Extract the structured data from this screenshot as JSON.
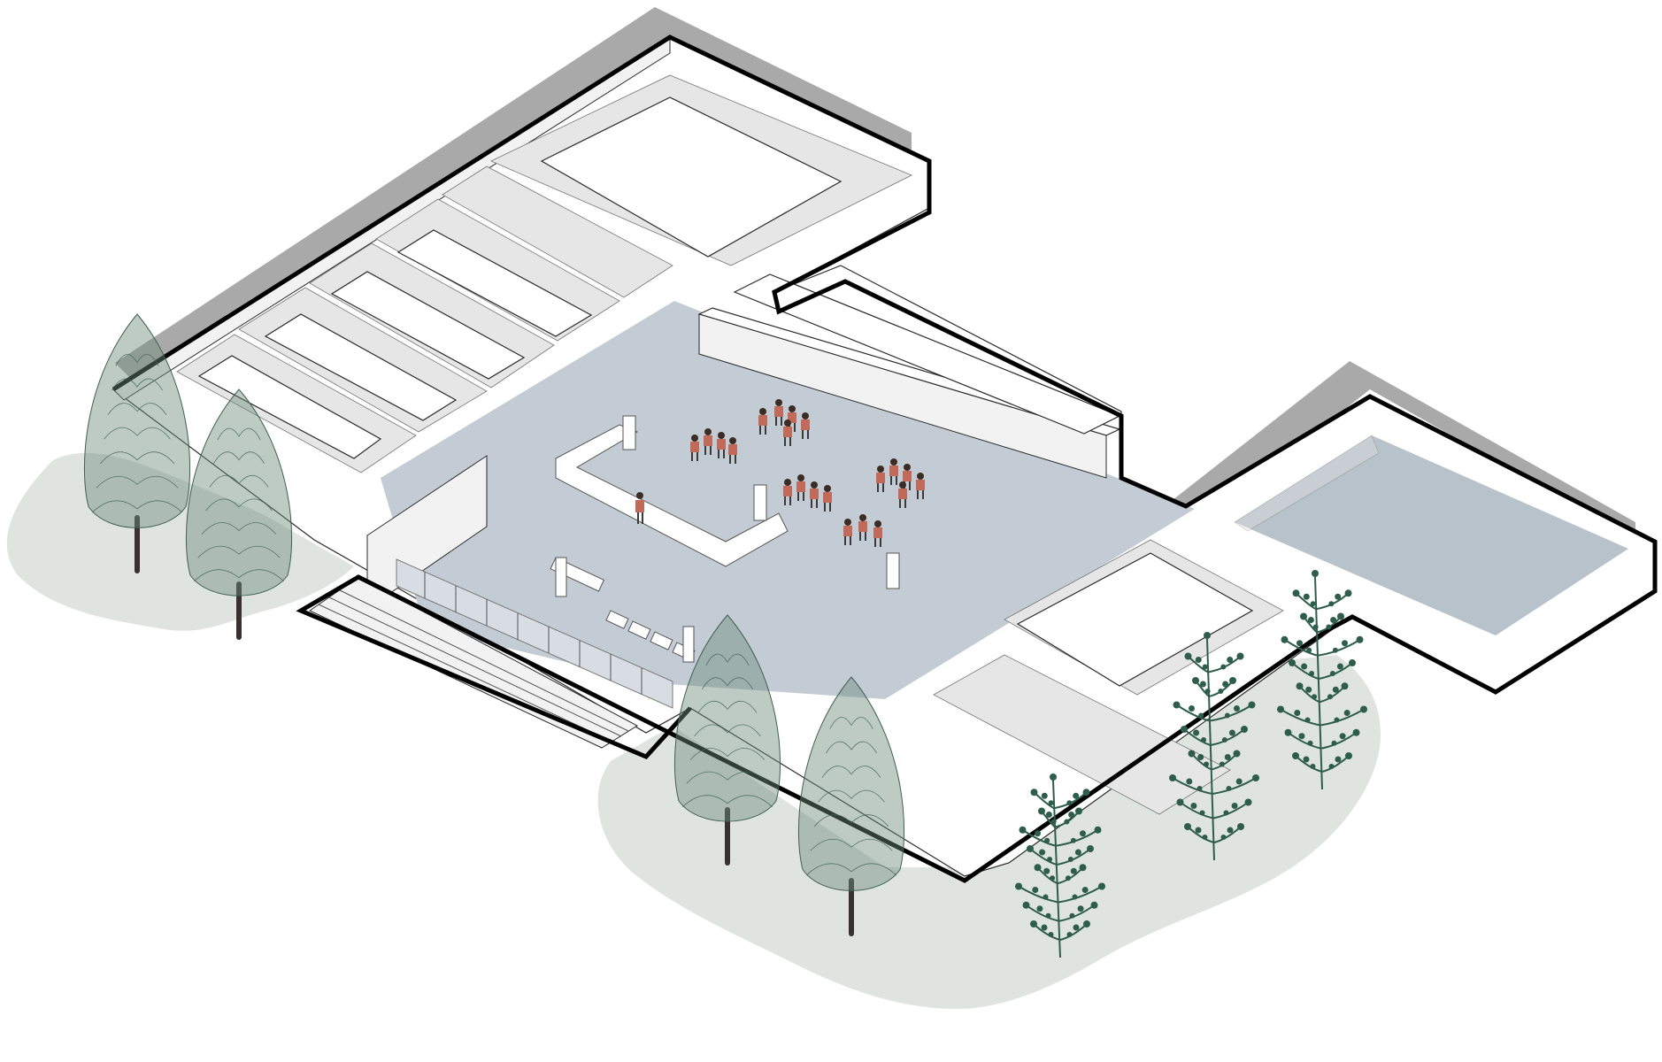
{
  "diagram": {
    "kind": "axonometric architectural plan",
    "elements": {
      "building": "building-outline",
      "courtyard": "central-courtyard",
      "pool": "pool",
      "trees_cypress": 4,
      "trees_berry": 3,
      "people_groups": 5
    },
    "colors": {
      "outline": "#000000",
      "wall": "#ffffff",
      "courtyard": "#c3ccd4",
      "pool": "#b8c2cb",
      "shadow": "#a9a9a9",
      "ground": "#dfe4e1",
      "tree": "#3f5f52"
    },
    "icons": [
      "cypress-tree-icon",
      "berry-tree-icon",
      "person-icon",
      "chair-icon"
    ]
  }
}
